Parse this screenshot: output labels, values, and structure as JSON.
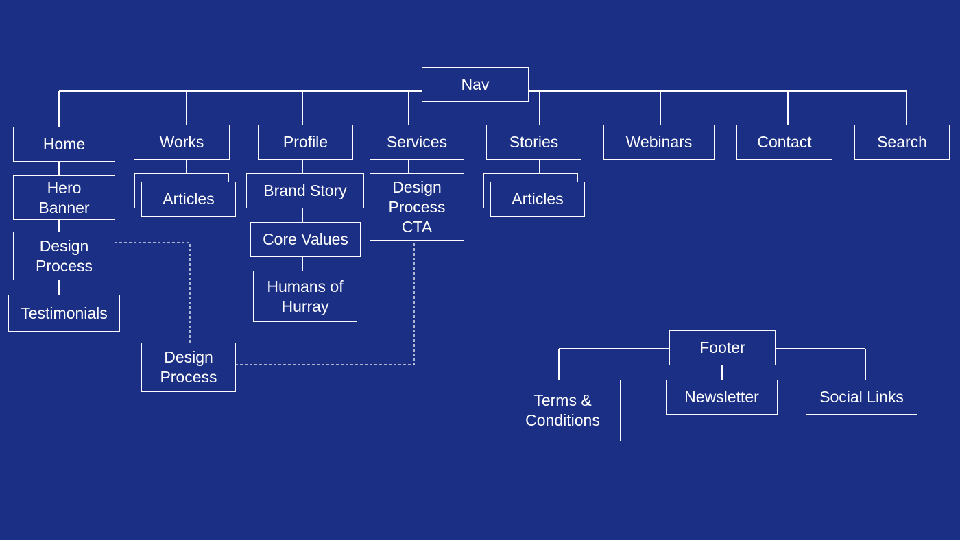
{
  "nav": {
    "root": "Nav",
    "items": [
      "Home",
      "Works",
      "Profile",
      "Services",
      "Stories",
      "Webinars",
      "Contact",
      "Search"
    ]
  },
  "home": {
    "hero_banner": "Hero\nBanner",
    "design_process": "Design\nProcess",
    "testimonials": "Testimonials",
    "linked_design_process": "Design\nProcess"
  },
  "works": {
    "articles": "Articles"
  },
  "profile": {
    "brand_story": "Brand Story",
    "core_values": "Core Values",
    "humans_of_hurray": "Humans of\nHurray"
  },
  "services": {
    "design_process_cta": "Design\nProcess\nCTA"
  },
  "stories": {
    "articles": "Articles"
  },
  "footer": {
    "root": "Footer",
    "terms": "Terms &\nConditions",
    "newsletter": "Newsletter",
    "social_links": "Social Links"
  },
  "colors": {
    "background": "#1b2f84",
    "stroke": "#ffffff",
    "text": "#ffffff"
  }
}
